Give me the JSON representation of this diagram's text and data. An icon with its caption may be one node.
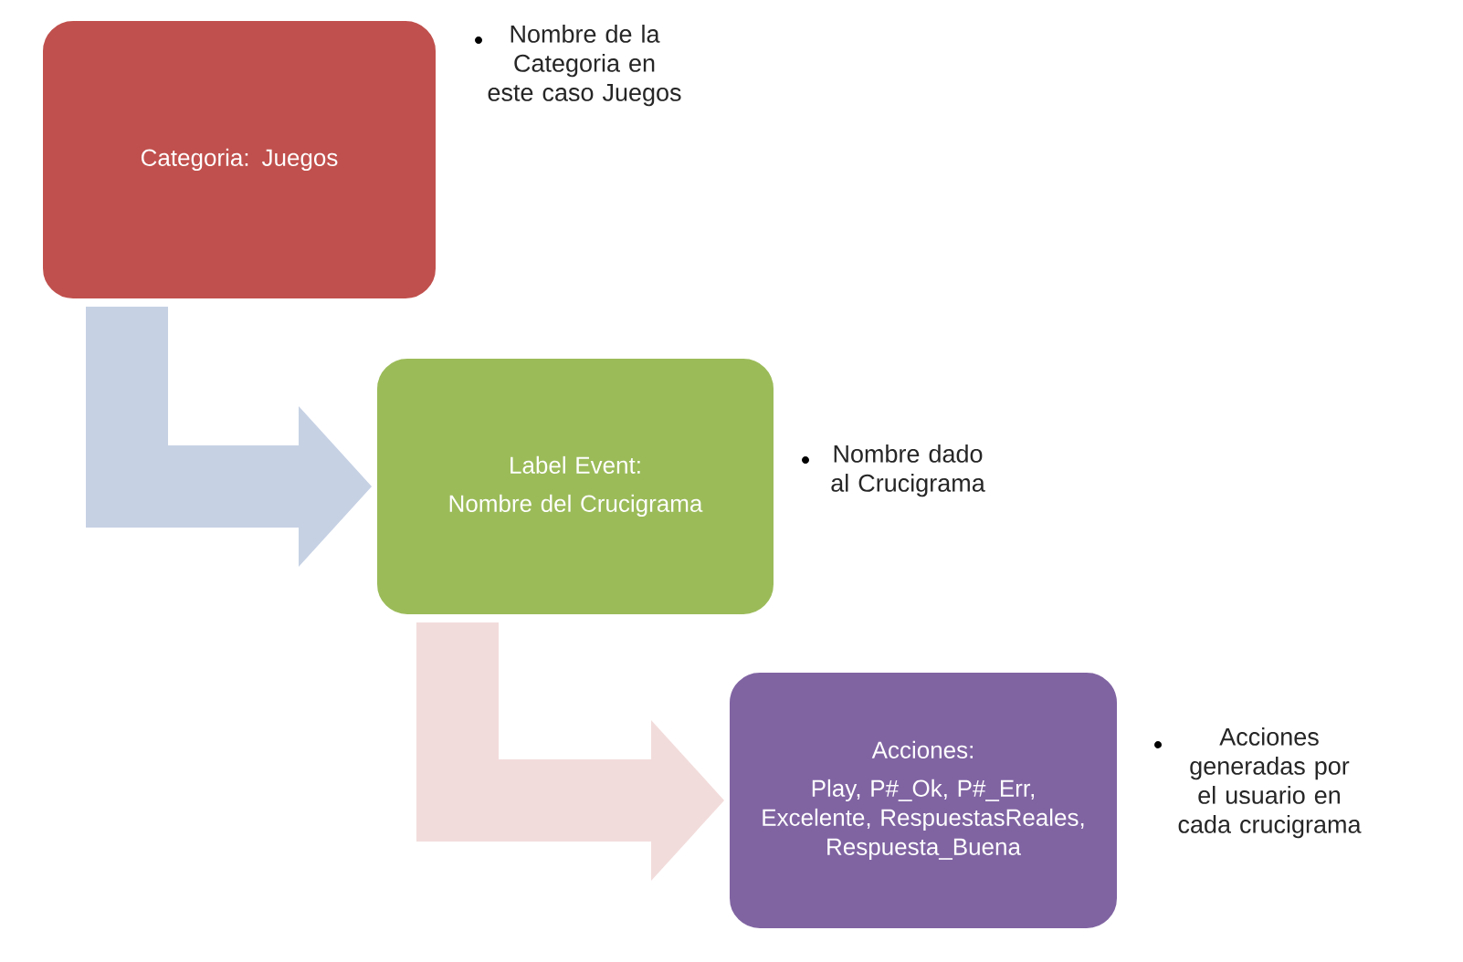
{
  "diagram": {
    "nodes": [
      {
        "text": [
          "Categoria: Juegos"
        ],
        "beside": [
          "Nombre de la Categoria en este caso Juegos"
        ]
      },
      {
        "text": [
          "Label Event:",
          "Nombre del Crucigrama"
        ],
        "beside": [
          "Nombre dado al Crucigrama"
        ]
      },
      {
        "text": [
          "Acciones:",
          "Play, P#_Ok, P#_Err, Excelente, RespuestasReales, Respuesta_Buena"
        ],
        "beside": [
          "Acciones generadas por el usuario en cada crucigrama"
        ]
      }
    ],
    "edges": [
      {
        "from": 0,
        "to": 1,
        "arrow": "to",
        "color": "#c6d1e4"
      },
      {
        "from": 1,
        "to": 2,
        "arrow": "to",
        "color": "#f2dcdb"
      }
    ]
  }
}
